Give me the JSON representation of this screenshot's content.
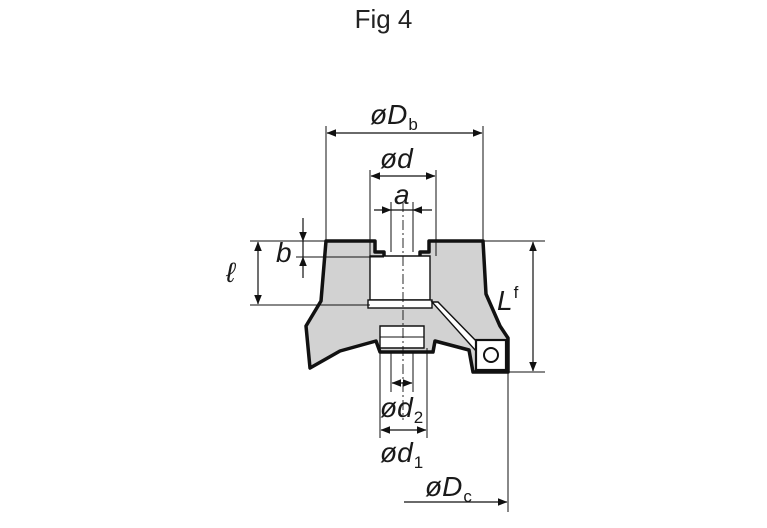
{
  "title": "Fig 4",
  "labels": {
    "Db": {
      "main": "øD",
      "sub": "b"
    },
    "d": {
      "main": "ød"
    },
    "a": {
      "main": "a"
    },
    "b": {
      "main": "b"
    },
    "l": {
      "main": "ℓ"
    },
    "Lf": {
      "main": "L",
      "sub": "f"
    },
    "d2": {
      "main": "ød",
      "sub": "2"
    },
    "d1": {
      "main": "ød",
      "sub": "1"
    },
    "Dc": {
      "main": "øD",
      "sub": "c"
    }
  },
  "colors": {
    "body_fill": "#d2d2d2",
    "line": "#111111",
    "background": "#ffffff"
  }
}
